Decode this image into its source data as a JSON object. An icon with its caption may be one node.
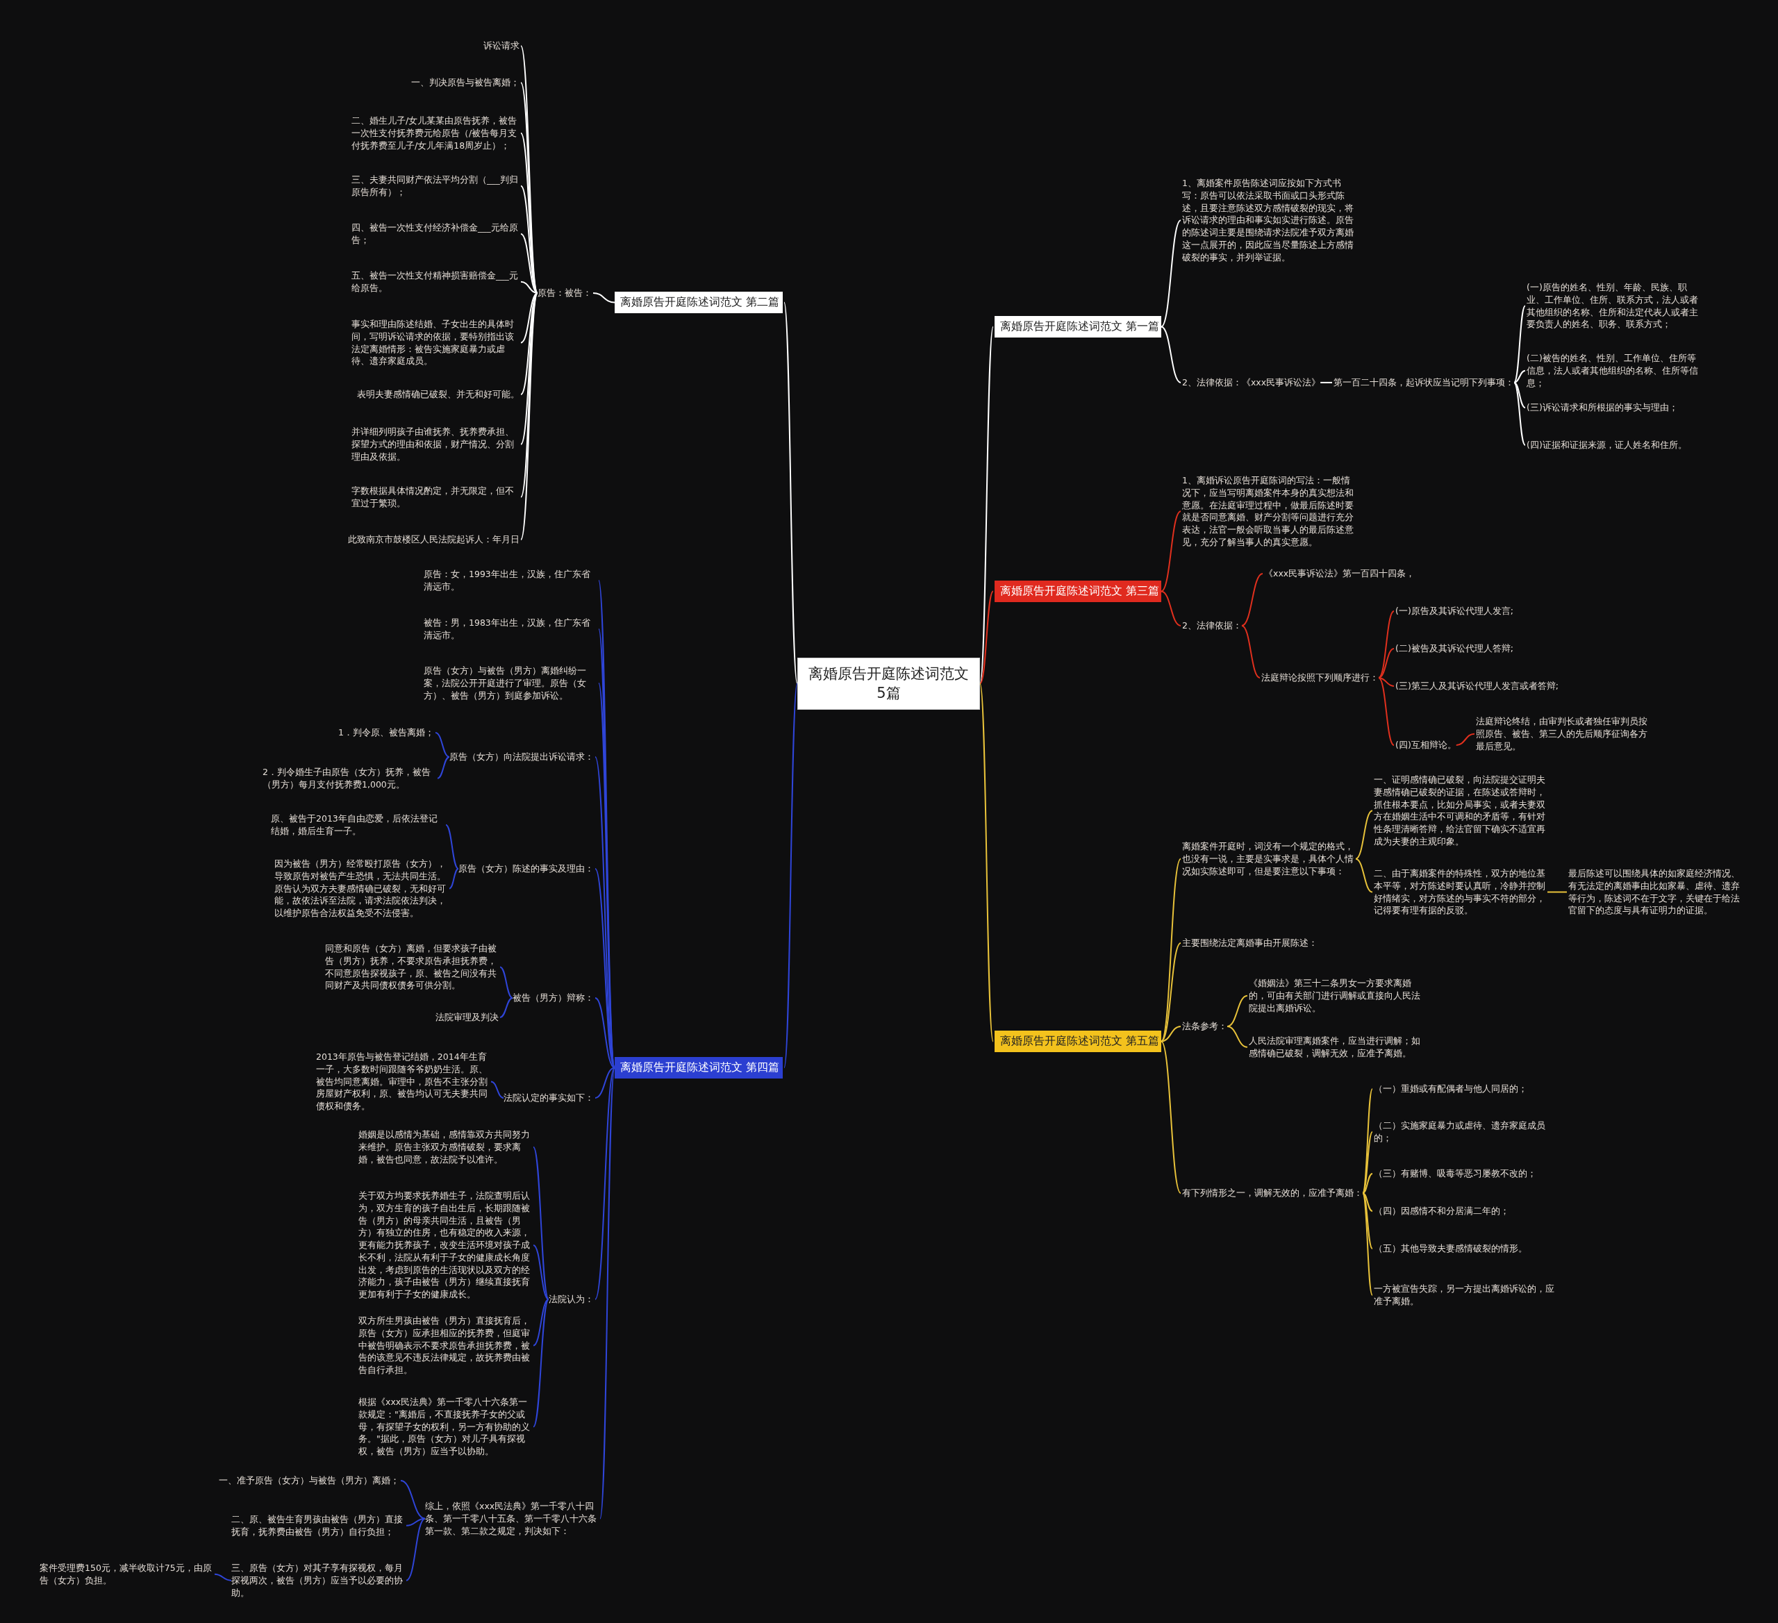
{
  "diagram": {
    "nodes": [
      {
        "text": [
          "离婚原告开庭陈述词范文5篇"
        ]
      },
      {
        "text": [
          "离婚原告开庭陈述词范文 第一篇"
        ]
      },
      {
        "text": [
          "1、离婚案件原告陈述词应按如下方式书写：原告可以依法采取书面或口头形式陈述，且要注意陈述双方感情破裂的现实，将诉讼请求的理由和事实如实进行陈述。原告的陈述词主要是围绕请求法院准予双方离婚这一点展开的，因此应当尽量陈述上方感情破裂的事实，并列举证据。"
        ]
      },
      {
        "text": [
          "2、法律依据：《xxx民事诉讼法》"
        ]
      },
      {
        "text": [
          "第一百二十四条，起诉状应当记明下列事项："
        ]
      },
      {
        "text": [
          "(一)原告的姓名、性别、年龄、民族、职业、工作单位、住所、联系方式，法人或者其他组织的名称、住所和法定代表人或者主要负责人的姓名、职务、联系方式；"
        ]
      },
      {
        "text": [
          "(二)被告的姓名、性别、工作单位、住所等信息，法人或者其他组织的名称、住所等信息；"
        ]
      },
      {
        "text": [
          "(三)诉讼请求和所根据的事实与理由；"
        ]
      },
      {
        "text": [
          "(四)证据和证据来源，证人姓名和住所。"
        ]
      },
      {
        "text": [
          "离婚原告开庭陈述词范文 第二篇"
        ]
      },
      {
        "text": [
          "原告：被告："
        ]
      },
      {
        "text": [
          "诉讼请求"
        ]
      },
      {
        "text": [
          "一、判决原告与被告离婚；"
        ]
      },
      {
        "text": [
          "二、婚生儿子/女儿某某由原告抚养，被告一次性支付抚养费元给原告（/被告每月支付抚养费至儿子/女儿年满18周岁止）；"
        ]
      },
      {
        "text": [
          "三、夫妻共同财产依法平均分割（___判归原告所有）；"
        ]
      },
      {
        "text": [
          "四、被告一次性支付经济补偿金___元给原告；"
        ]
      },
      {
        "text": [
          "五、被告一次性支付精神损害赔偿金___元给原告。"
        ]
      },
      {
        "text": [
          "事实和理由陈述结婚、子女出生的具体时间，写明诉讼请求的依据，要特别指出该法定离婚情形：被告实施家庭暴力或虐待、遗弃家庭成员。"
        ]
      },
      {
        "text": [
          "表明夫妻感情确已破裂、并无和好可能。"
        ]
      },
      {
        "text": [
          "并详细列明孩子由谁抚养、抚养费承担、探望方式的理由和依据，财产情况、分割理由及依据。"
        ]
      },
      {
        "text": [
          "字数根据具体情况酌定，并无限定，但不宜过于繁琐。"
        ]
      },
      {
        "text": [
          "此致南京市鼓楼区人民法院起诉人：年月日"
        ]
      },
      {
        "text": [
          "离婚原告开庭陈述词范文 第三篇"
        ]
      },
      {
        "text": [
          "1、离婚诉讼原告开庭陈词的写法：一般情况下，应当写明离婚案件本身的真实想法和意愿。在法庭审理过程中，做最后陈述时要就是否同意离婚、财产分割等问题进行充分表达，法官一般会听取当事人的最后陈述意见，充分了解当事人的真实意愿。"
        ]
      },
      {
        "text": [
          "2、法律依据："
        ]
      },
      {
        "text": [
          "《xxx民事诉讼法》第一百四十四条，"
        ]
      },
      {
        "text": [
          "法庭辩论按照下列顺序进行："
        ]
      },
      {
        "text": [
          "(一)原告及其诉讼代理人发言;"
        ]
      },
      {
        "text": [
          "(二)被告及其诉讼代理人答辩;"
        ]
      },
      {
        "text": [
          "(三)第三人及其诉讼代理人发言或者答辩;"
        ]
      },
      {
        "text": [
          "(四)互相辩论。"
        ]
      },
      {
        "text": [
          "法庭辩论终结，由审判长或者独任审判员按照原告、被告、第三人的先后顺序征询各方最后意见。"
        ]
      },
      {
        "text": [
          "离婚原告开庭陈述词范文 第四篇"
        ]
      },
      {
        "text": [
          "原告：女，1993年出生，汉族，住广东省清远市。"
        ]
      },
      {
        "text": [
          "被告：男，1983年出生，汉族，住广东省清远市。"
        ]
      },
      {
        "text": [
          "原告（女方）与被告（男方）离婚纠纷一案，法院公开开庭进行了审理。原告（女方）、被告（男方）到庭参加诉讼。"
        ]
      },
      {
        "text": [
          "原告（女方）向法院提出诉讼请求："
        ]
      },
      {
        "text": [
          "1．判令原、被告离婚；"
        ]
      },
      {
        "text": [
          "2．判令婚生子由原告（女方）抚养，被告（男方）每月支付抚养费1,000元。"
        ]
      },
      {
        "text": [
          "原告（女方）陈述的事实及理由："
        ]
      },
      {
        "text": [
          "原、被告于2013年自由恋爱，后依法登记结婚，婚后生育一子。"
        ]
      },
      {
        "text": [
          "因为被告（男方）经常殴打原告（女方），导致原告对被告产生恐惧，无法共同生活。原告认为双方夫妻感情确已破裂，无和好可能，故依法诉至法院，请求法院依法判决，以维护原告合法权益免受不法侵害。"
        ]
      },
      {
        "text": [
          "被告（男方）辩称："
        ]
      },
      {
        "text": [
          "同意和原告（女方）离婚，但要求孩子由被告（男方）抚养，不要求原告承担抚养费，不同意原告探视孩子，原、被告之间没有共同财产及共同债权债务可供分割。"
        ]
      },
      {
        "text": [
          "法院审理及判决"
        ]
      },
      {
        "text": [
          "法院认定的事实如下："
        ]
      },
      {
        "text": [
          "2013年原告与被告登记结婚，2014年生育一子，大多数时间跟随爷爷奶奶生活。原、被告均同意离婚。审理中，原告不主张分割房屋财产权利，原、被告均认可无夫妻共同债权和债务。"
        ]
      },
      {
        "text": [
          "法院认为："
        ]
      },
      {
        "text": [
          "婚姻是以感情为基础，感情靠双方共同努力来维护。原告主张双方感情破裂，要求离婚，被告也同意，故法院予以准许。"
        ]
      },
      {
        "text": [
          "关于双方均要求抚养婚生子，法院查明后认为，双方生育的孩子自出生后，长期跟随被告（男方）的母亲共同生活，且被告（男方）有独立的住房，也有稳定的收入来源，更有能力抚养孩子，改变生活环境对孩子成长不利，法院从有利于子女的健康成长角度出发，考虑到原告的生活现状以及双方的经济能力，孩子由被告（男方）继续直接抚育更加有利于子女的健康成长。"
        ]
      },
      {
        "text": [
          "双方所生男孩由被告（男方）直接抚育后，原告（女方）应承担相应的抚养费，但庭审中被告明确表示不要求原告承担抚养费，被告的该意见不违反法律规定，故抚养费由被告自行承担。"
        ]
      },
      {
        "text": [
          "根据《xxx民法典》第一千零八十六条第一款规定：\"离婚后，不直接抚养子女的父或母，有探望子女的权利，另一方有协助的义务。\"据此，原告（女方）对儿子具有探视权，被告（男方）应当予以协助。"
        ]
      },
      {
        "text": [
          "综上，依照《xxx民法典》第一千零八十四条、第一千零八十五条、第一千零八十六条第一款、第二款之规定，判决如下："
        ]
      },
      {
        "text": [
          "一、准予原告（女方）与被告（男方）离婚；"
        ]
      },
      {
        "text": [
          "二、原、被告生育男孩由被告（男方）直接抚育，抚养费由被告（男方）自行负担；"
        ]
      },
      {
        "text": [
          "三、原告（女方）对其子享有探视权，每月探视两次，被告（男方）应当予以必要的协助。"
        ]
      },
      {
        "text": [
          "案件受理费150元，减半收取计75元，由原告（女方）负担。"
        ]
      },
      {
        "text": [
          "离婚原告开庭陈述词范文 第五篇"
        ]
      },
      {
        "text": [
          "离婚案件开庭时，词没有一个规定的格式，也没有一说，主要是实事求是，具体个人情况如实陈述即可，但是要注意以下事项："
        ]
      },
      {
        "text": [
          "一、证明感情确已破裂，向法院提交证明夫妻感情确已破裂的证据，在陈述或答辩时，抓住根本要点，比如分局事实，或者夫妻双方在婚姻生活中不可调和的矛盾等，有针对性条理清晰答辩，给法官留下确实不适宜再成为夫妻的主观印象。"
        ]
      },
      {
        "text": [
          "二、由于离婚案件的特殊性，双方的地位基本平等，对方陈述时要认真听，冷静并控制好情绪实，对方陈述的与事实不符的部分，记得要有理有据的反驳。"
        ]
      },
      {
        "text": [
          "最后陈述可以围绕具体的如家庭经济情况、有无法定的离婚事由比如家暴、虐待、遗弃等行为，陈述词不在于文字，关键在于给法官留下的态度与具有证明力的证据。"
        ]
      },
      {
        "text": [
          "主要围绕法定离婚事由开展陈述："
        ]
      },
      {
        "text": [
          "法条参考："
        ]
      },
      {
        "text": [
          "《婚姻法》第三十二条男女一方要求离婚的，可由有关部门进行调解或直接向人民法院提出离婚诉讼。"
        ]
      },
      {
        "text": [
          "人民法院审理离婚案件，应当进行调解；如感情确已破裂，调解无效，应准予离婚。"
        ]
      },
      {
        "text": [
          "有下列情形之一，调解无效的，应准予离婚："
        ]
      },
      {
        "text": [
          "（一）重婚或有配偶者与他人同居的；"
        ]
      },
      {
        "text": [
          "（二）实施家庭暴力或虐待、遗弃家庭成员的；"
        ]
      },
      {
        "text": [
          "（三）有赌博、吸毒等恶习屡教不改的；"
        ]
      },
      {
        "text": [
          "（四）因感情不和分居满二年的；"
        ]
      },
      {
        "text": [
          "（五）其他导致夫妻感情破裂的情形。"
        ]
      },
      {
        "text": [
          "一方被宣告失踪，另一方提出离婚诉讼的，应准予离婚。"
        ]
      }
    ],
    "edges": [
      {
        "from": 0,
        "to": 1,
        "arrow": "none",
        "color": "#ffffff"
      },
      {
        "from": 1,
        "to": 2,
        "arrow": "none",
        "color": "#ffffff"
      },
      {
        "from": 1,
        "to": 3,
        "arrow": "none",
        "color": "#ffffff"
      },
      {
        "from": 3,
        "to": 4,
        "arrow": "none",
        "color": "#ffffff"
      },
      {
        "from": 4,
        "to": 5,
        "arrow": "none",
        "color": "#ffffff"
      },
      {
        "from": 4,
        "to": 6,
        "arrow": "none",
        "color": "#ffffff"
      },
      {
        "from": 4,
        "to": 7,
        "arrow": "none",
        "color": "#ffffff"
      },
      {
        "from": 4,
        "to": 8,
        "arrow": "none",
        "color": "#ffffff"
      },
      {
        "from": 0,
        "to": 9,
        "arrow": "none",
        "color": "#ffffff"
      },
      {
        "from": 9,
        "to": 10,
        "arrow": "none",
        "color": "#ffffff"
      },
      {
        "from": 10,
        "to": 11,
        "arrow": "none",
        "color": "#ffffff"
      },
      {
        "from": 10,
        "to": 12,
        "arrow": "none",
        "color": "#ffffff"
      },
      {
        "from": 10,
        "to": 13,
        "arrow": "none",
        "color": "#ffffff"
      },
      {
        "from": 10,
        "to": 14,
        "arrow": "none",
        "color": "#ffffff"
      },
      {
        "from": 10,
        "to": 15,
        "arrow": "none",
        "color": "#ffffff"
      },
      {
        "from": 10,
        "to": 16,
        "arrow": "none",
        "color": "#ffffff"
      },
      {
        "from": 10,
        "to": 17,
        "arrow": "none",
        "color": "#ffffff"
      },
      {
        "from": 10,
        "to": 18,
        "arrow": "none",
        "color": "#ffffff"
      },
      {
        "from": 10,
        "to": 19,
        "arrow": "none",
        "color": "#ffffff"
      },
      {
        "from": 10,
        "to": 20,
        "arrow": "none",
        "color": "#ffffff"
      },
      {
        "from": 10,
        "to": 21,
        "arrow": "none",
        "color": "#ffffff"
      },
      {
        "from": 0,
        "to": 22,
        "arrow": "none",
        "color": "#e0301e"
      },
      {
        "from": 22,
        "to": 23,
        "arrow": "none",
        "color": "#e0301e"
      },
      {
        "from": 22,
        "to": 24,
        "arrow": "none",
        "color": "#e0301e"
      },
      {
        "from": 24,
        "to": 25,
        "arrow": "none",
        "color": "#e0301e"
      },
      {
        "from": 24,
        "to": 26,
        "arrow": "none",
        "color": "#e0301e"
      },
      {
        "from": 26,
        "to": 27,
        "arrow": "none",
        "color": "#e0301e"
      },
      {
        "from": 26,
        "to": 28,
        "arrow": "none",
        "color": "#e0301e"
      },
      {
        "from": 26,
        "to": 29,
        "arrow": "none",
        "color": "#e0301e"
      },
      {
        "from": 26,
        "to": 30,
        "arrow": "none",
        "color": "#e0301e"
      },
      {
        "from": 30,
        "to": 31,
        "arrow": "none",
        "color": "#e0301e"
      },
      {
        "from": 0,
        "to": 32,
        "arrow": "none"
      },
      {
        "from": 32,
        "to": 33,
        "arrow": "none"
      },
      {
        "from": 32,
        "to": 34,
        "arrow": "none"
      },
      {
        "from": 32,
        "to": 35,
        "arrow": "none"
      },
      {
        "from": 32,
        "to": 36,
        "arrow": "none"
      },
      {
        "from": 36,
        "to": 37,
        "arrow": "none"
      },
      {
        "from": 36,
        "to": 38,
        "arrow": "none"
      },
      {
        "from": 32,
        "to": 39,
        "arrow": "none"
      },
      {
        "from": 39,
        "to": 40,
        "arrow": "none"
      },
      {
        "from": 39,
        "to": 41,
        "arrow": "none"
      },
      {
        "from": 32,
        "to": 42,
        "arrow": "none"
      },
      {
        "from": 42,
        "to": 43,
        "arrow": "none"
      },
      {
        "from": 42,
        "to": 44,
        "arrow": "none"
      },
      {
        "from": 32,
        "to": 45,
        "arrow": "none"
      },
      {
        "from": 45,
        "to": 46,
        "arrow": "none"
      },
      {
        "from": 32,
        "to": 47,
        "arrow": "none"
      },
      {
        "from": 47,
        "to": 48,
        "arrow": "none"
      },
      {
        "from": 47,
        "to": 49,
        "arrow": "none"
      },
      {
        "from": 47,
        "to": 50,
        "arrow": "none"
      },
      {
        "from": 47,
        "to": 51,
        "arrow": "none"
      },
      {
        "from": 32,
        "to": 52,
        "arrow": "none"
      },
      {
        "from": 52,
        "to": 53,
        "arrow": "none"
      },
      {
        "from": 52,
        "to": 54,
        "arrow": "none"
      },
      {
        "from": 52,
        "to": 55,
        "arrow": "none"
      },
      {
        "from": 55,
        "to": 56,
        "arrow": "none"
      },
      {
        "from": 0,
        "to": 57,
        "arrow": "none",
        "color": "#e8c23a"
      },
      {
        "from": 57,
        "to": 58,
        "arrow": "none",
        "color": "#e8c23a"
      },
      {
        "from": 58,
        "to": 59,
        "arrow": "none",
        "color": "#e8c23a"
      },
      {
        "from": 58,
        "to": 60,
        "arrow": "none",
        "color": "#e8c23a"
      },
      {
        "from": 60,
        "to": 61,
        "arrow": "none",
        "color": "#e8c23a"
      },
      {
        "from": 57,
        "to": 62,
        "arrow": "none",
        "color": "#e8c23a"
      },
      {
        "from": 57,
        "to": 63,
        "arrow": "none",
        "color": "#e8c23a"
      },
      {
        "from": 63,
        "to": 64,
        "arrow": "none",
        "color": "#e8c23a"
      },
      {
        "from": 63,
        "to": 65,
        "arrow": "none",
        "color": "#e8c23a"
      },
      {
        "from": 57,
        "to": 66,
        "arrow": "none",
        "color": "#e8c23a"
      },
      {
        "from": 66,
        "to": 67,
        "arrow": "none",
        "color": "#e8c23a"
      },
      {
        "from": 66,
        "to": 68,
        "arrow": "none",
        "color": "#e8c23a"
      },
      {
        "from": 66,
        "to": 69,
        "arrow": "none",
        "color": "#e8c23a"
      },
      {
        "from": 66,
        "to": 70,
        "arrow": "none",
        "color": "#e8c23a"
      },
      {
        "from": 66,
        "to": 71,
        "arrow": "none",
        "color": "#e8c23a"
      },
      {
        "from": 66,
        "to": 72,
        "arrow": "none",
        "color": "#e8c23a"
      }
    ]
  }
}
